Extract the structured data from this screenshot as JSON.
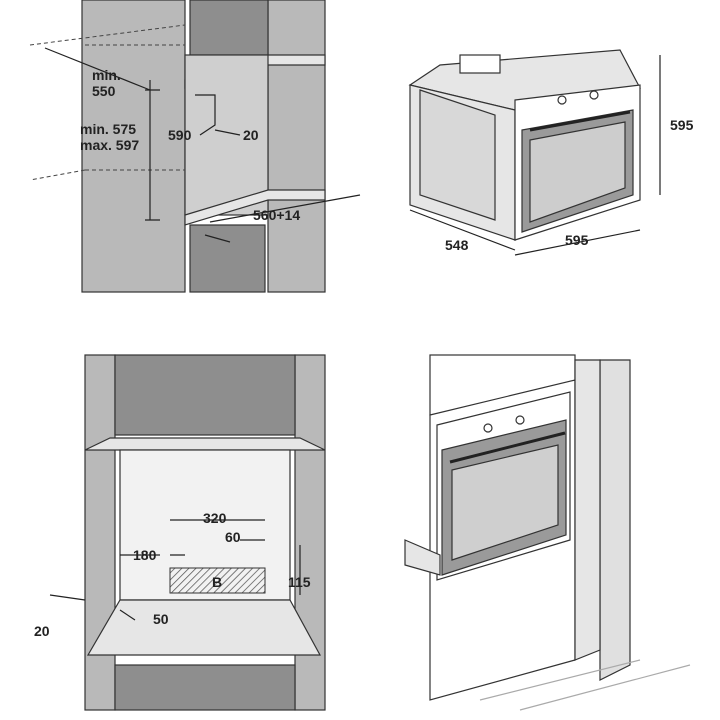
{
  "diagrams": {
    "niche_top": {
      "labels": {
        "depth_min_label": "min.",
        "depth_min_value": "550",
        "height_min": "min. 575",
        "height_max": "max. 597",
        "opening_height": "590",
        "gap": "20",
        "width": "560+14"
      }
    },
    "oven_dimensions": {
      "labels": {
        "depth": "548",
        "width": "595",
        "height": "595"
      }
    },
    "niche_front": {
      "labels": {
        "vent_width": "320",
        "offset_right": "60",
        "offset_left": "180",
        "vent_area": "B",
        "vent_height": "115",
        "bottom_gap": "20",
        "bottom_depth": "50"
      }
    }
  }
}
